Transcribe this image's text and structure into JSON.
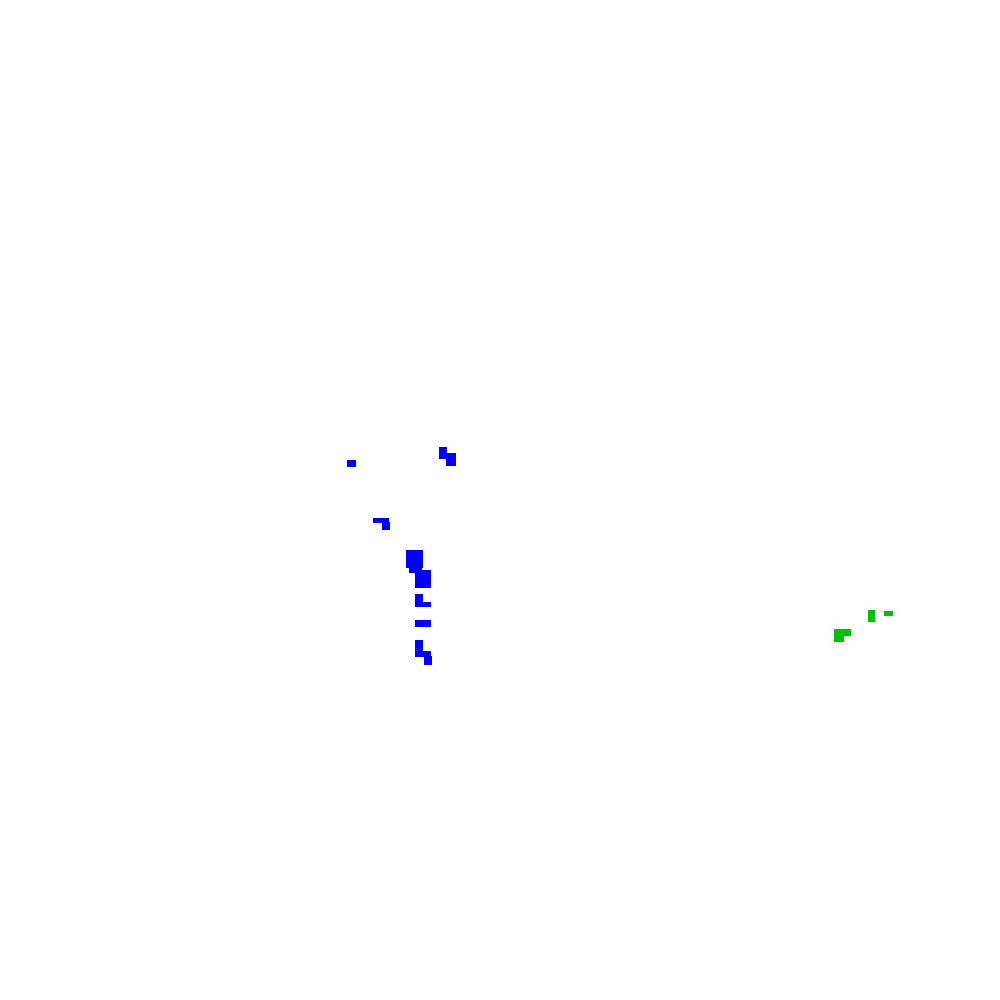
{
  "colors": {
    "background": "#ffffff",
    "cluster_a": "#0000ff",
    "cluster_b": "#00c000"
  },
  "clusters": [
    {
      "name": "blue-pixel-cluster",
      "color_key": "cluster_a"
    },
    {
      "name": "green-pixel-cluster",
      "color_key": "cluster_b"
    }
  ]
}
